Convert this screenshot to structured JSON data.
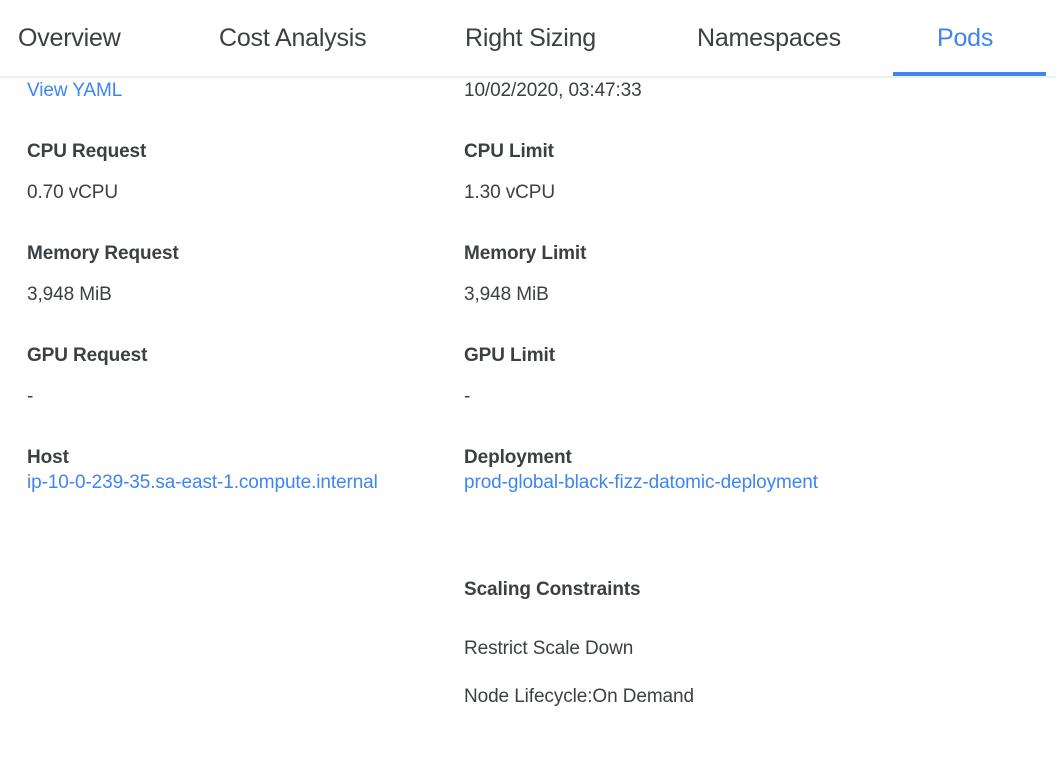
{
  "tabs": [
    {
      "label": "Overview",
      "active": false
    },
    {
      "label": "Cost Analysis",
      "active": false
    },
    {
      "label": "Right Sizing",
      "active": false
    },
    {
      "label": "Namespaces",
      "active": false
    },
    {
      "label": "Pods",
      "active": true
    }
  ],
  "colors": {
    "accent": "#3f85ef",
    "text": "#3c4043",
    "divider": "#eeeeee",
    "background": "#ffffff"
  },
  "left_column": {
    "view_yaml_link": "View YAML",
    "cpu_request": {
      "label": "CPU Request",
      "value": "0.70 vCPU"
    },
    "memory_request": {
      "label": "Memory Request",
      "value": "3,948 MiB"
    },
    "gpu_request": {
      "label": "GPU Request",
      "value": "-"
    },
    "host": {
      "label": "Host",
      "value": "ip-10-0-239-35.sa-east-1.compute.internal"
    }
  },
  "right_column": {
    "timestamp": "10/02/2020, 03:47:33",
    "cpu_limit": {
      "label": "CPU Limit",
      "value": "1.30 vCPU"
    },
    "memory_limit": {
      "label": "Memory Limit",
      "value": "3,948 MiB"
    },
    "gpu_limit": {
      "label": "GPU Limit",
      "value": "-"
    },
    "deployment": {
      "label": "Deployment",
      "value": "prod-global-black-fizz-datomic-deployment"
    },
    "scaling_constraints": {
      "label": "Scaling Constraints",
      "items": [
        "Restrict Scale Down",
        "Node Lifecycle:On Demand"
      ]
    }
  }
}
